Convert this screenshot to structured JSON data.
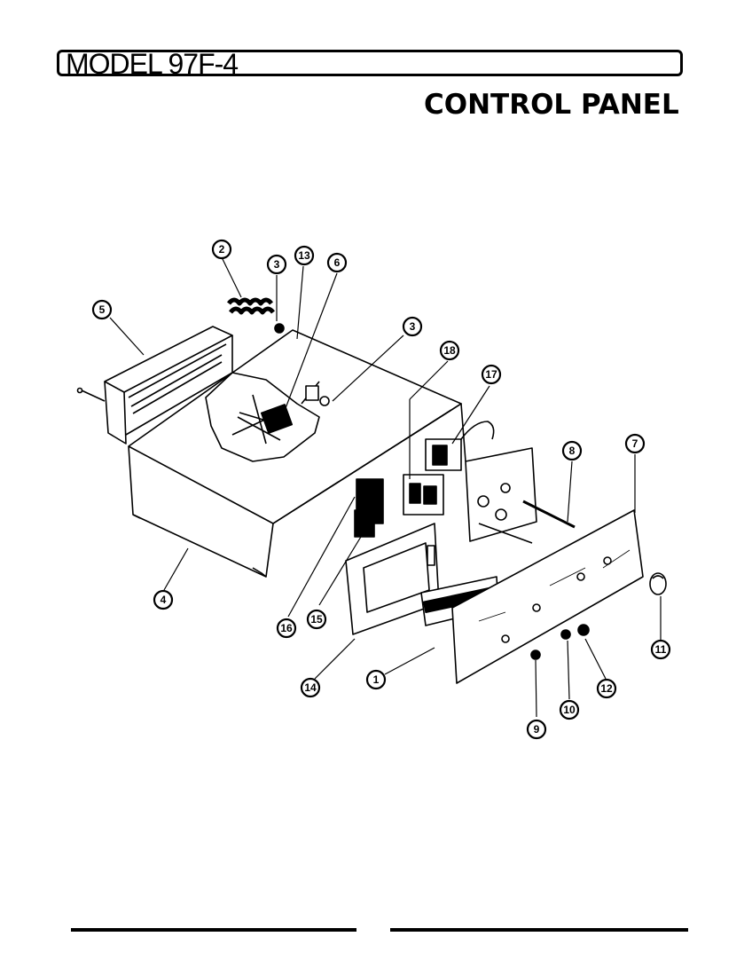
{
  "header": {
    "model_title": "MODEL 97F-4",
    "section_title": "CONTROL PANEL"
  },
  "callouts": [
    {
      "id": "callout-1",
      "label": "1"
    },
    {
      "id": "callout-2",
      "label": "2"
    },
    {
      "id": "callout-3a",
      "label": "3"
    },
    {
      "id": "callout-3b",
      "label": "3"
    },
    {
      "id": "callout-4",
      "label": "4"
    },
    {
      "id": "callout-5",
      "label": "5"
    },
    {
      "id": "callout-6",
      "label": "6"
    },
    {
      "id": "callout-7",
      "label": "7"
    },
    {
      "id": "callout-8",
      "label": "8"
    },
    {
      "id": "callout-9",
      "label": "9"
    },
    {
      "id": "callout-10",
      "label": "10"
    },
    {
      "id": "callout-11",
      "label": "11"
    },
    {
      "id": "callout-12",
      "label": "12"
    },
    {
      "id": "callout-13",
      "label": "13"
    },
    {
      "id": "callout-14",
      "label": "14"
    },
    {
      "id": "callout-15",
      "label": "15"
    },
    {
      "id": "callout-16",
      "label": "16"
    },
    {
      "id": "callout-17",
      "label": "17"
    },
    {
      "id": "callout-18",
      "label": "18"
    }
  ]
}
